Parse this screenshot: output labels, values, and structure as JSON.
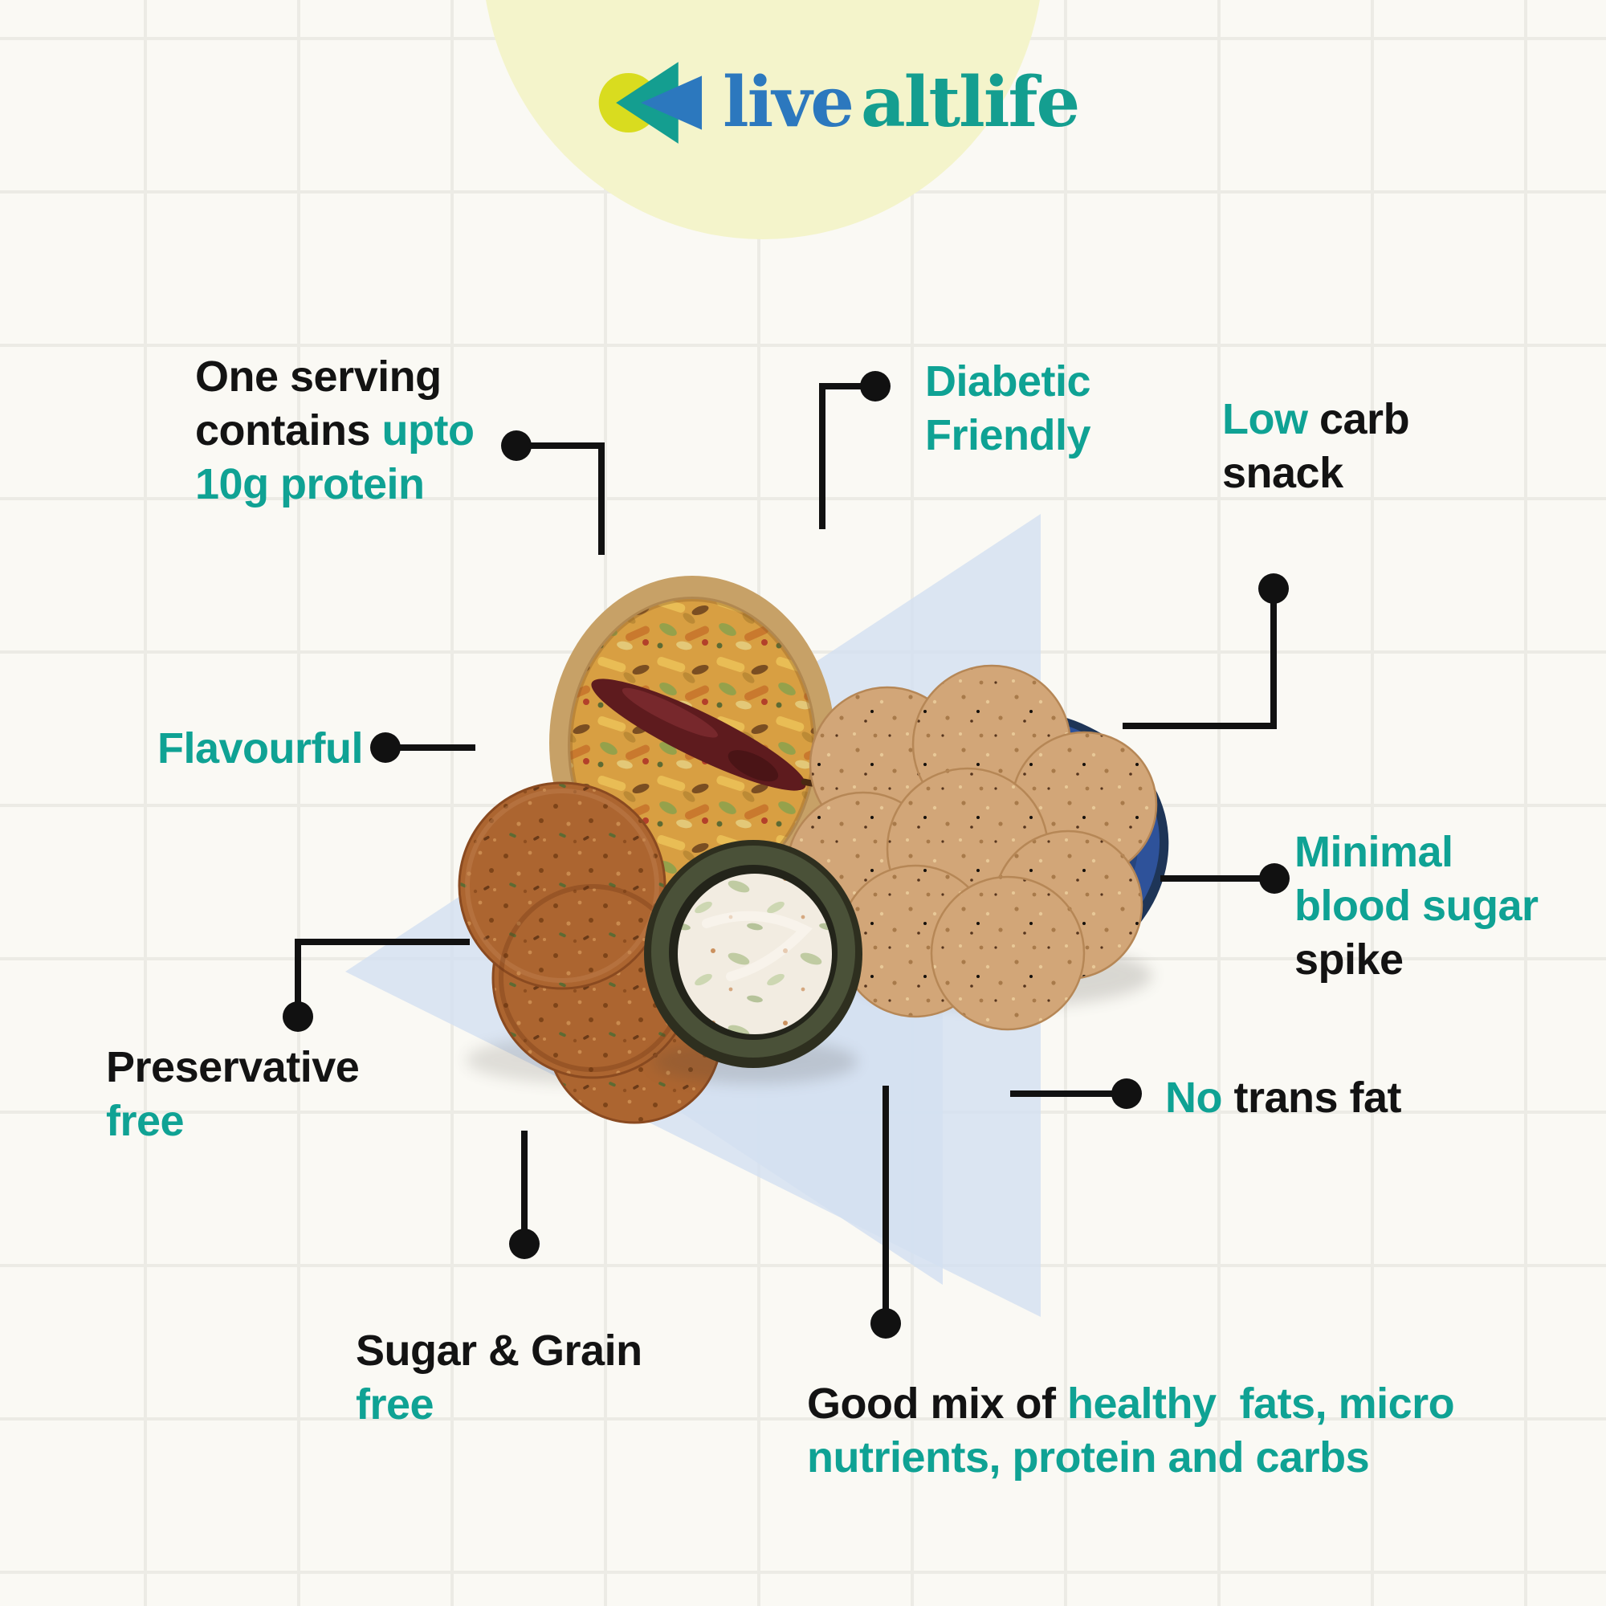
{
  "brand": {
    "live": "live",
    "altlife": "altlife"
  },
  "colors": {
    "teal_text": "#0FA294",
    "black_text": "#131313",
    "logo_blue": "#2C78BE",
    "logo_teal": "#149E90",
    "logo_yellow": "#D9DC1F",
    "header_ellipse": "#F4F4CB",
    "light_blue_triangle": "#D3E0F1",
    "connector": "#111111",
    "background": "#FAF9F4"
  },
  "callouts": {
    "protein": {
      "lines": [
        [
          {
            "t": "One serving",
            "c": "k"
          }
        ],
        [
          {
            "t": "contains ",
            "c": "k"
          },
          {
            "t": "upto",
            "c": "t"
          }
        ],
        [
          {
            "t": "10g protein",
            "c": "t"
          }
        ]
      ]
    },
    "diabetic": {
      "lines": [
        [
          {
            "t": "Diabetic",
            "c": "t"
          }
        ],
        [
          {
            "t": "Friendly",
            "c": "t"
          }
        ]
      ]
    },
    "lowcarb": {
      "lines": [
        [
          {
            "t": "Low",
            "c": "t"
          },
          {
            "t": " carb",
            "c": "k"
          }
        ],
        [
          {
            "t": "snack",
            "c": "k"
          }
        ]
      ]
    },
    "flavourful": {
      "lines": [
        [
          {
            "t": "Flavourful",
            "c": "t"
          }
        ]
      ]
    },
    "minimal": {
      "lines": [
        [
          {
            "t": "Minimal",
            "c": "t"
          }
        ],
        [
          {
            "t": "blood sugar",
            "c": "t"
          }
        ],
        [
          {
            "t": "spike",
            "c": "k"
          }
        ]
      ]
    },
    "notransfat": {
      "lines": [
        [
          {
            "t": "No",
            "c": "t"
          },
          {
            "t": " trans fat",
            "c": "k"
          }
        ]
      ]
    },
    "preservative": {
      "lines": [
        [
          {
            "t": "Preservative",
            "c": "k"
          }
        ],
        [
          {
            "t": "free",
            "c": "t"
          }
        ]
      ]
    },
    "sugargrain": {
      "lines": [
        [
          {
            "t": "Sugar & Grain",
            "c": "k"
          }
        ],
        [
          {
            "t": "free",
            "c": "t"
          }
        ]
      ]
    },
    "goodmix": {
      "lines": [
        [
          {
            "t": "Good mix of ",
            "c": "k"
          },
          {
            "t": "healthy  fats, micro",
            "c": "t"
          }
        ],
        [
          {
            "t": "nutrients, protein and carbs",
            "c": "t"
          }
        ]
      ]
    }
  }
}
